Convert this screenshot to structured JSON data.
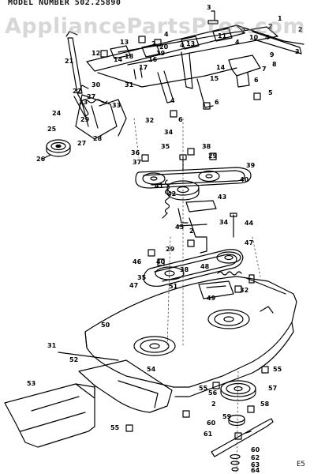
{
  "header": {
    "model_number": "MODEL NUMBER 502.25890"
  },
  "watermark": {
    "text": "AppliancePartsPros.com"
  },
  "page_code": "E5",
  "callouts": [
    {
      "id": "c1",
      "text": "1"
    },
    {
      "id": "c2",
      "text": "2"
    },
    {
      "id": "c3",
      "text": "3"
    },
    {
      "id": "c4",
      "text": "4"
    },
    {
      "id": "c5",
      "text": "5"
    },
    {
      "id": "c6",
      "text": "6"
    },
    {
      "id": "c7",
      "text": "7"
    },
    {
      "id": "c8",
      "text": "8"
    },
    {
      "id": "c9",
      "text": "9"
    },
    {
      "id": "c10",
      "text": "10"
    },
    {
      "id": "c11",
      "text": "11"
    },
    {
      "id": "c12",
      "text": "12"
    },
    {
      "id": "c13",
      "text": "13"
    },
    {
      "id": "c14",
      "text": "14"
    },
    {
      "id": "c15",
      "text": "15"
    },
    {
      "id": "c16",
      "text": "16"
    },
    {
      "id": "c17",
      "text": "17"
    },
    {
      "id": "c18",
      "text": "18"
    },
    {
      "id": "c19",
      "text": "19"
    },
    {
      "id": "c20",
      "text": "20"
    },
    {
      "id": "c21",
      "text": "21"
    },
    {
      "id": "c22",
      "text": "22"
    },
    {
      "id": "c23",
      "text": "23"
    },
    {
      "id": "c24",
      "text": "24"
    },
    {
      "id": "c25",
      "text": "25"
    },
    {
      "id": "c26",
      "text": "26"
    },
    {
      "id": "c27",
      "text": "27"
    },
    {
      "id": "c28",
      "text": "28"
    },
    {
      "id": "c29",
      "text": "29"
    },
    {
      "id": "c30",
      "text": "30"
    },
    {
      "id": "c31",
      "text": "31"
    },
    {
      "id": "c32",
      "text": "32"
    },
    {
      "id": "c33",
      "text": "33"
    },
    {
      "id": "c34",
      "text": "34"
    },
    {
      "id": "c35",
      "text": "35"
    },
    {
      "id": "c36",
      "text": "36"
    },
    {
      "id": "c37",
      "text": "37"
    },
    {
      "id": "c38",
      "text": "38"
    },
    {
      "id": "c39",
      "text": "39"
    },
    {
      "id": "c40",
      "text": "40"
    },
    {
      "id": "c41",
      "text": "41"
    },
    {
      "id": "c42",
      "text": "42"
    },
    {
      "id": "c43",
      "text": "43"
    },
    {
      "id": "c44",
      "text": "44"
    },
    {
      "id": "c45",
      "text": "45"
    },
    {
      "id": "c46",
      "text": "46"
    },
    {
      "id": "c47",
      "text": "47"
    },
    {
      "id": "c48",
      "text": "48"
    },
    {
      "id": "c49",
      "text": "49"
    },
    {
      "id": "c50",
      "text": "50"
    },
    {
      "id": "c51",
      "text": "51"
    },
    {
      "id": "c52",
      "text": "52"
    },
    {
      "id": "c53",
      "text": "53"
    },
    {
      "id": "c54",
      "text": "54"
    },
    {
      "id": "c55",
      "text": "55"
    },
    {
      "id": "c56",
      "text": "56"
    },
    {
      "id": "c57",
      "text": "57"
    },
    {
      "id": "c58",
      "text": "58"
    },
    {
      "id": "c59",
      "text": "59"
    },
    {
      "id": "c60",
      "text": "60"
    },
    {
      "id": "c61",
      "text": "61"
    },
    {
      "id": "c62",
      "text": "62"
    },
    {
      "id": "c63",
      "text": "63"
    },
    {
      "id": "c64",
      "text": "64"
    }
  ]
}
